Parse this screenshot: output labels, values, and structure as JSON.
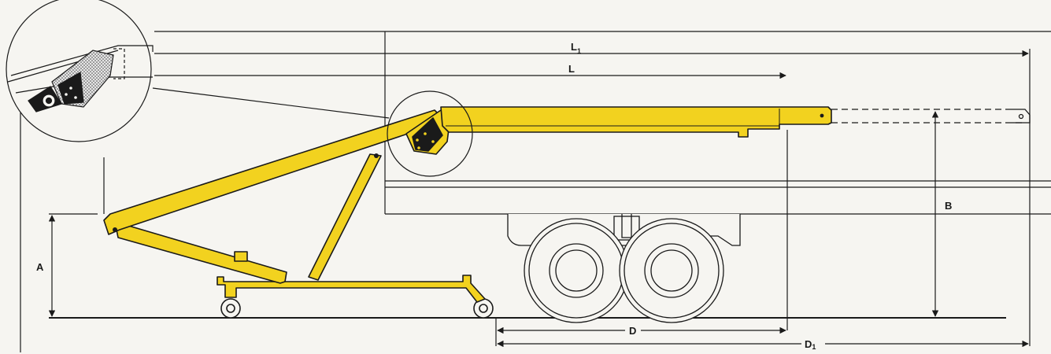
{
  "dimensions": {
    "A": "A",
    "B": "B",
    "D": "D",
    "D1_main": "D",
    "D1_sub": "1",
    "L": "L",
    "L1_main": "L",
    "L1_sub": "1"
  },
  "colors": {
    "boom": "#f2d21f",
    "outline": "#1a1a1a",
    "paper": "#f6f5f1",
    "detail_fill": "#c8c8c8"
  }
}
